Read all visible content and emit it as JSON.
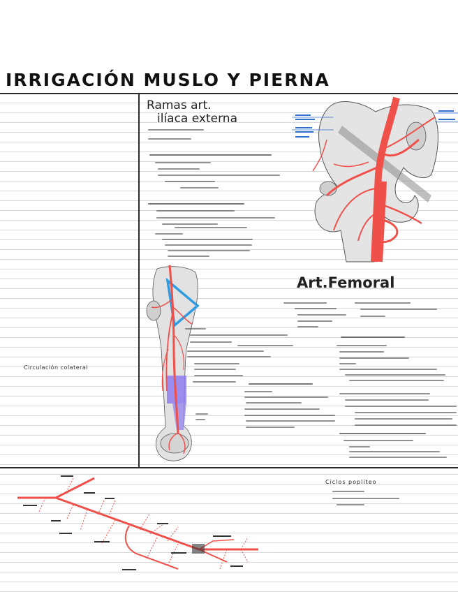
{
  "title": "IRRIGACIÓN MUSLO Y PIERNA",
  "left_column": {
    "caption": "Circulación colateral"
  },
  "iliaca_panel": {
    "heading_line1": "Ramas art.",
    "heading_line2": "ilíaca externa"
  },
  "femoral_panel": {
    "heading": "Art.Femoral"
  },
  "diagram_bottom": {
    "note_heading": "Ciclos poplíteo"
  },
  "colors": {
    "artery": "#f0504a",
    "bone": "#d9d9d9",
    "triangle": "#2f9be0",
    "canal": "#8e7cf0",
    "annotation_blue": "#2f6fd0"
  }
}
